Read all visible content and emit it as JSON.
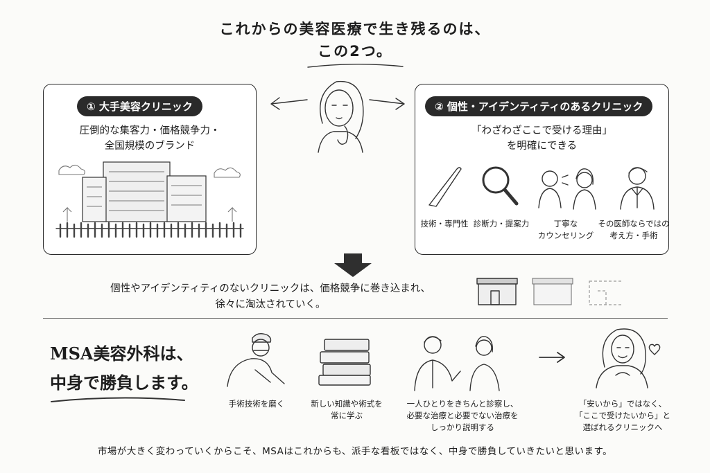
{
  "heading": {
    "line1": "これからの美容医療で生き残るのは、",
    "line2": "この2つ。"
  },
  "left_card": {
    "label": "① 大手美容クリニック",
    "desc_line1": "圧倒的な集客力・価格競争力・",
    "desc_line2": "全国規模のブランド"
  },
  "right_card": {
    "label": "② 個性・アイデンティティのあるクリニック",
    "desc_line1": "「わざわざここで受ける理由」",
    "desc_line2": "を明確にできる",
    "items": [
      {
        "label1": "技術・専門性",
        "label2": "",
        "icon": "scalpel-icon"
      },
      {
        "label1": "診断力・提案力",
        "label2": "",
        "icon": "magnifier-icon"
      },
      {
        "label1": "丁寧な",
        "label2": "カウンセリング",
        "icon": "consultation-icon"
      },
      {
        "label1": "その医師ならではの",
        "label2": "考え方・手術",
        "icon": "doctor-icon"
      }
    ]
  },
  "warning": {
    "line1": "個性やアイデンティティのないクリニックは、価格競争に巻き込まれ、",
    "line2": "徐々に淘汰されていく。"
  },
  "msa": {
    "headline1": "MSA美容外科は、",
    "headline2": "中身で勝負します。",
    "steps": [
      {
        "lines": [
          "手術技術を磨く"
        ],
        "icon": "surgeon-icon"
      },
      {
        "lines": [
          "新しい知識や術式を",
          "常に学ぶ"
        ],
        "icon": "books-icon"
      },
      {
        "lines": [
          "一人ひとりをきちんと診察し、",
          "必要な治療と必要でない治療を",
          "しっかり説明する"
        ],
        "icon": "doctor-patient-icon"
      },
      {
        "lines": [
          "「安いから」ではなく、",
          "「ここで受けたいから」と",
          "選ばれるクリニックへ"
        ],
        "icon": "happy-woman-icon"
      }
    ]
  },
  "footer": "市場が大きく変わっていくからこそ、MSAはこれからも、派手な看板ではなく、中身で勝負していきたいと思います。",
  "colors": {
    "ink": "#2a2a2a",
    "paper": "#fbfbf9"
  }
}
